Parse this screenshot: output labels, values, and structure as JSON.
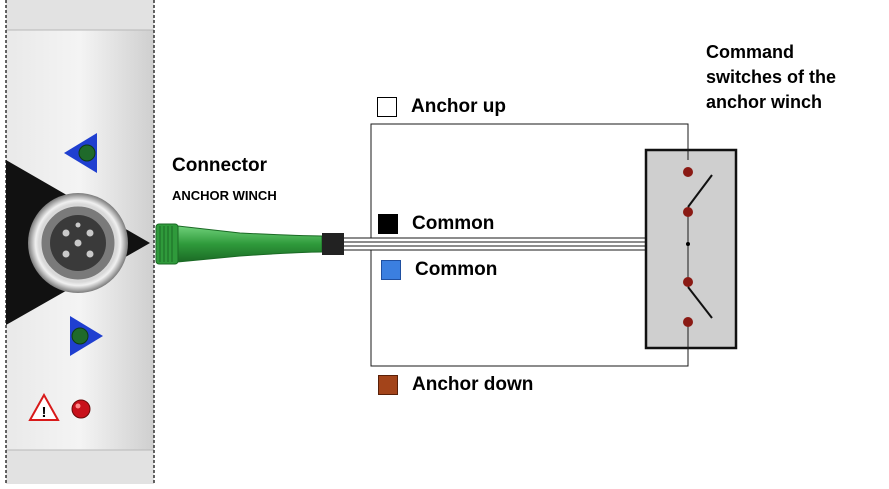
{
  "connector": {
    "title": "Connector",
    "subtitle": "ANCHOR WINCH"
  },
  "switches_caption": [
    "Command",
    "switches of the",
    "anchor winch"
  ],
  "wires": [
    {
      "label": "Anchor up",
      "color": "#ffffff"
    },
    {
      "label": "Common",
      "color": "#000000"
    },
    {
      "label": "Common",
      "color": "#3b7fe0"
    },
    {
      "label": "Anchor down",
      "color": "#a3441a"
    }
  ],
  "colors": {
    "panel": "#dcdcdc",
    "connector_green": "#2f9a3b",
    "led_green": "#1f6a2a",
    "arrow_blue": "#1f3fd0",
    "led_red": "#c8101a",
    "switch_box": "#cfcfcf",
    "contact_red": "#8a1a14"
  },
  "icons": [
    "warning-triangle-icon",
    "arrow-up-icon",
    "arrow-down-icon"
  ]
}
